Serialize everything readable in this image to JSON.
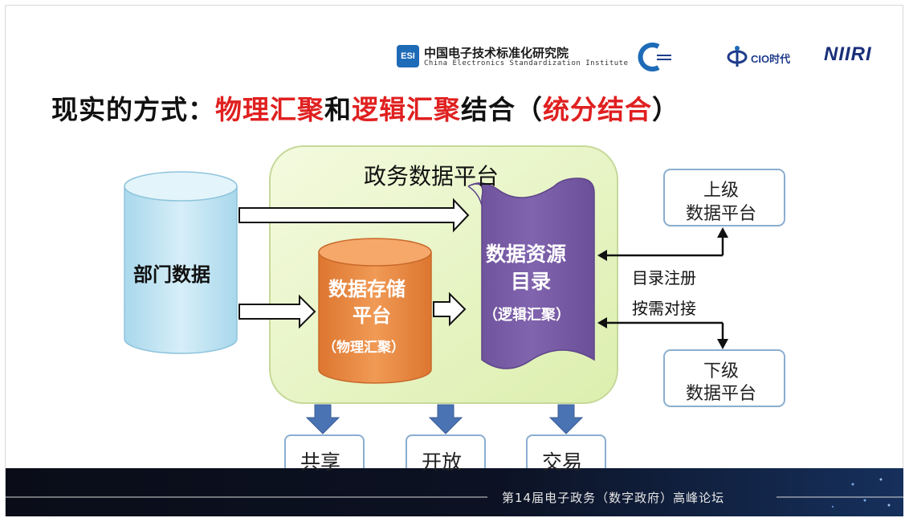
{
  "header": {
    "esi_badge": "ESI",
    "institute_cn": "中国电子技术标准化研究院",
    "institute_en": "China Electronics Standardization Institute",
    "cio_logo_text": "CIO时代",
    "niiri_logo_text": "NIIRI"
  },
  "title": {
    "part1": "现实的方式：",
    "part2": "物理汇聚",
    "part3": "和",
    "part4": "逻辑汇聚",
    "part5": "结合（",
    "part6": "统分结合",
    "part7": "）"
  },
  "diagram": {
    "platform_title": "政务数据平台",
    "dept_data": "部门数据",
    "storage_line1": "数据存储",
    "storage_line2": "平台",
    "storage_sub": "（物理汇聚）",
    "catalog_line1": "数据资源",
    "catalog_line2": "目录",
    "catalog_sub": "（逻辑汇聚）",
    "upper_line1": "上级",
    "upper_line2": "数据平台",
    "lower_line1": "下级",
    "lower_line2": "数据平台",
    "register_label": "目录注册",
    "docking_label": "按需对接",
    "outputs": [
      "共享",
      "开放",
      "交易"
    ]
  },
  "footer": {
    "text": "第14届电子政务（数字政府）高峰论坛"
  },
  "colors": {
    "title_red": "#e02020",
    "platform_fill": "#eaf5c8",
    "storage_orange": "#e8863e",
    "catalog_purple": "#7a5ea8",
    "dept_blue": "#bfe3f2",
    "arrow_blue": "#4a73b4",
    "footer_bg": "#070a12"
  }
}
